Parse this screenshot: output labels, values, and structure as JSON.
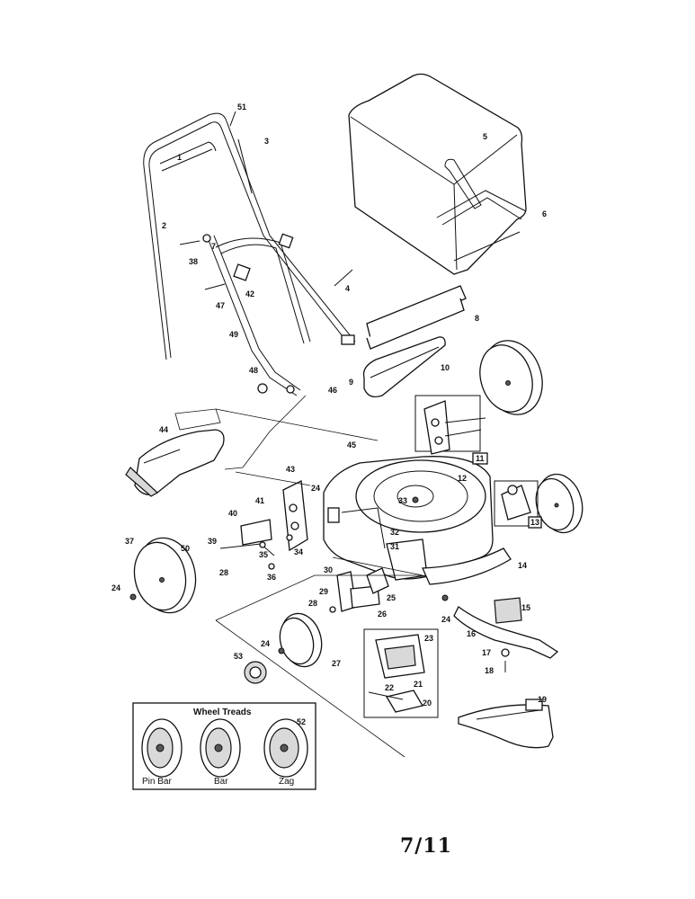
{
  "page_number": "7/11",
  "wheel_treads": {
    "title": "Wheel Treads",
    "types": [
      "Pin Bar",
      "Bar",
      "Zag"
    ]
  },
  "callouts": [
    "51",
    "3",
    "1",
    "2",
    "7",
    "38",
    "42",
    "47",
    "49",
    "48",
    "46",
    "4",
    "5",
    "6",
    "8",
    "9",
    "10",
    "11",
    "44",
    "45",
    "43",
    "24",
    "41",
    "40",
    "39",
    "50",
    "28",
    "37",
    "24",
    "35",
    "34",
    "36",
    "33",
    "12",
    "32",
    "31",
    "13",
    "30",
    "29",
    "28",
    "25",
    "26",
    "14",
    "15",
    "24",
    "16",
    "17",
    "18",
    "23",
    "22",
    "21",
    "20",
    "19",
    "53",
    "24",
    "27",
    "52"
  ]
}
